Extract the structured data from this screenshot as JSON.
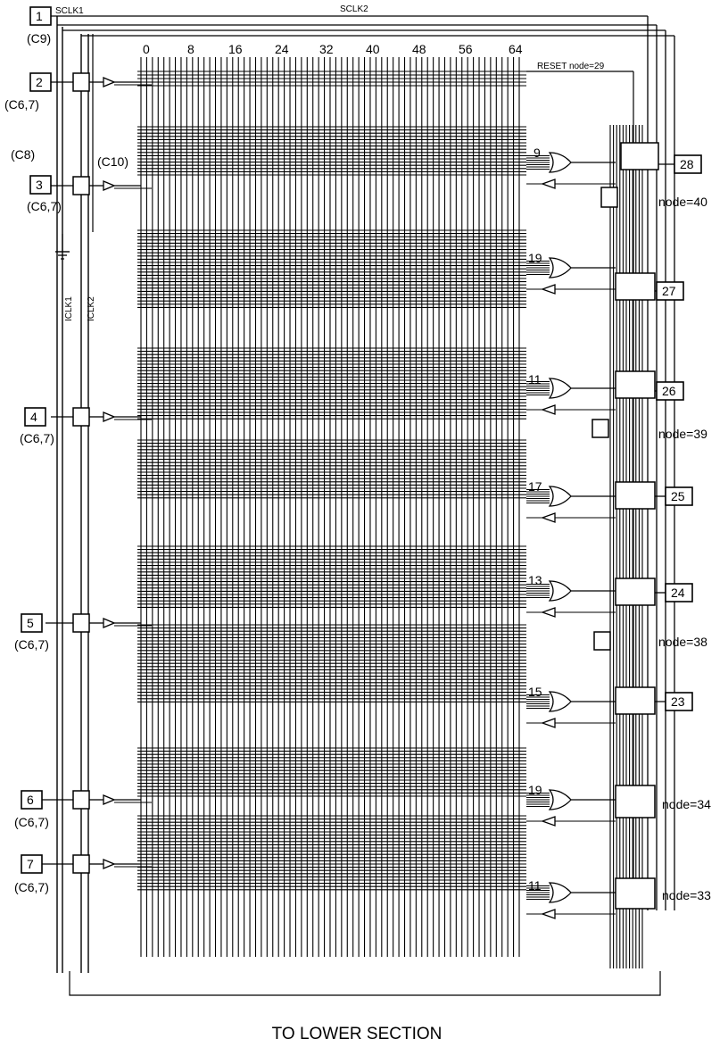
{
  "header": {
    "sclk1": "SCLK1",
    "sclk2": "SCLK2",
    "reset": "RESET node=29"
  },
  "column_ticks": [
    "0",
    "8",
    "16",
    "24",
    "32",
    "40",
    "48",
    "56",
    "64"
  ],
  "left_pins": [
    {
      "id": "1",
      "ref": "(C9)"
    },
    {
      "id": "2",
      "ref": "(C6,7)"
    },
    {
      "id": "3",
      "ref": "(C6,7)"
    },
    {
      "id": "4",
      "ref": "(C6,7)"
    },
    {
      "id": "5",
      "ref": "(C6,7)"
    },
    {
      "id": "6",
      "ref": "(C6,7)"
    },
    {
      "id": "7",
      "ref": "(C6,7)"
    }
  ],
  "other_labels": {
    "c8": "(C8)",
    "c10": "(C10)",
    "iclk1": "ICLK1",
    "iclk2": "ICLK2"
  },
  "or_gates": [
    "9",
    "19",
    "11",
    "17",
    "13",
    "15",
    "19",
    "11"
  ],
  "right_pins": [
    "28",
    "27",
    "26",
    "25",
    "24",
    "23"
  ],
  "nodes": [
    "node=40",
    "node=39",
    "node=38",
    "node=34",
    "node=33"
  ],
  "footer": "TO LOWER SECTION"
}
